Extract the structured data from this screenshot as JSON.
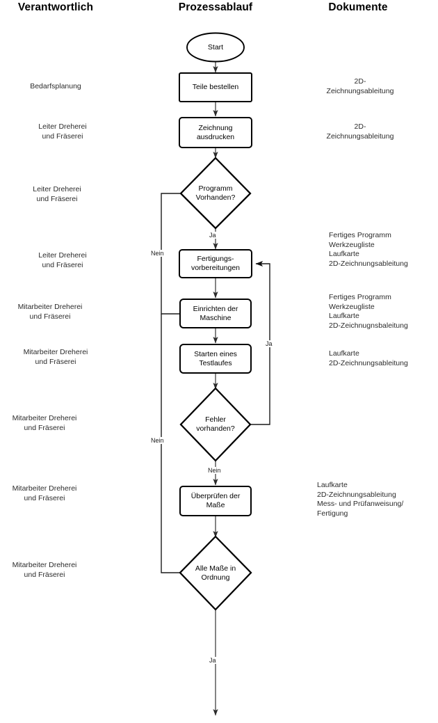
{
  "headers": {
    "left": "Verantwortlich",
    "center": "Prozessablauf",
    "right": "Dokumente"
  },
  "chart_data": {
    "type": "diagram",
    "title": "Prozessablauf",
    "subtype": "swimlane-flowchart",
    "lanes": [
      "Verantwortlich",
      "Prozessablauf",
      "Dokumente"
    ],
    "nodes": [
      {
        "id": "start",
        "shape": "ellipse",
        "label": "Start"
      },
      {
        "id": "teile",
        "shape": "process",
        "label": "Teile bestellen"
      },
      {
        "id": "zeichnung",
        "shape": "process",
        "label": "Zeichnung\nausdrucken"
      },
      {
        "id": "programm",
        "shape": "decision",
        "label": "Programm\nVorhanden?"
      },
      {
        "id": "fertigung",
        "shape": "process",
        "label": "Fertigungs-\nvorbereitungen"
      },
      {
        "id": "einrichten",
        "shape": "process",
        "label": "Einrichten der\nMaschine"
      },
      {
        "id": "testlauf",
        "shape": "process",
        "label": "Starten eines\nTestlaufes"
      },
      {
        "id": "fehler",
        "shape": "decision",
        "label": "Fehler\nvorhanden?"
      },
      {
        "id": "ueberpruef",
        "shape": "process",
        "label": "Überprüfen der\nMaße"
      },
      {
        "id": "allemasse",
        "shape": "decision",
        "label": "Alle Maße in\nOrdnung"
      }
    ],
    "edges": [
      {
        "from": "start",
        "to": "teile",
        "label": ""
      },
      {
        "from": "teile",
        "to": "zeichnung",
        "label": ""
      },
      {
        "from": "zeichnung",
        "to": "programm",
        "label": ""
      },
      {
        "from": "programm",
        "to": "fertigung",
        "label": "Ja"
      },
      {
        "from": "programm",
        "to": "einrichten",
        "label": "Nein"
      },
      {
        "from": "fertigung",
        "to": "einrichten",
        "label": ""
      },
      {
        "from": "einrichten",
        "to": "testlauf",
        "label": ""
      },
      {
        "from": "testlauf",
        "to": "fehler",
        "label": ""
      },
      {
        "from": "fehler",
        "to": "fertigung",
        "label": "Ja"
      },
      {
        "from": "fehler",
        "to": "ueberpruef",
        "label": "Nein"
      },
      {
        "from": "ueberpruef",
        "to": "allemasse",
        "label": ""
      },
      {
        "from": "allemasse",
        "to": "einrichten",
        "label": "Nein"
      },
      {
        "from": "allemasse",
        "to": "end",
        "label": "Ja"
      }
    ]
  },
  "nodes": {
    "start": "Start",
    "teile": "Teile bestellen",
    "zeichnung": "Zeichnung\nausdrucken",
    "programm": "Programm\nVorhanden?",
    "fertigung": "Fertigungs-\nvorbereitungen",
    "einrichten": "Einrichten der\nMaschine",
    "testlauf": "Starten eines\nTestlaufes",
    "fehler": "Fehler\nvorhanden?",
    "ueberpruef": "Überprüfen der\nMaße",
    "allemasse": "Alle Maße in\nOrdnung"
  },
  "edge_labels": {
    "programm_ja": "Ja",
    "programm_nein": "Nein",
    "fehler_ja": "Ja",
    "fehler_nein": "Nein",
    "allemasse_nein": "Nein",
    "allemasse_ja": "Ja"
  },
  "responsible": [
    {
      "id": "r1",
      "text": "Bedarfsplanung"
    },
    {
      "id": "r2",
      "text": "Leiter Dreherei\nund Fräserei"
    },
    {
      "id": "r3",
      "text": "Leiter Dreherei\nund Fräserei"
    },
    {
      "id": "r4",
      "text": "Leiter Dreherei\nund Fräserei"
    },
    {
      "id": "r5",
      "text": "Mitarbeiter Dreherei\nund Fräserei"
    },
    {
      "id": "r6",
      "text": "Mitarbeiter Dreherei\nund Fräserei"
    },
    {
      "id": "r7",
      "text": "Mitarbeiter Dreherei\nund Fräserei"
    },
    {
      "id": "r8",
      "text": "Mitarbeiter Dreherei\nund Fräserei"
    },
    {
      "id": "r9",
      "text": "Mitarbeiter Dreherei\nund Fräserei"
    }
  ],
  "documents": [
    {
      "id": "d1",
      "text": "2D-\nZeichnungsableitung"
    },
    {
      "id": "d2",
      "text": "2D-\nZeichnungsableitung"
    },
    {
      "id": "d3",
      "text": "Fertiges Programm\nWerkzeugliste\nLaufkarte\n2D-Zeichnungsableitung"
    },
    {
      "id": "d4",
      "text": "Fertiges Programm\nWerkzeugliste\nLaufkarte\n2D-Zeichnugnsbaleitung"
    },
    {
      "id": "d5",
      "text": "Laufkarte\n2D-Zeichnungsableitung"
    },
    {
      "id": "d6",
      "text": "Laufkarte\n2D-Zeichnungsableitung\nMess- und Prüfanweisung/\nFertigung"
    }
  ],
  "colors": {
    "stroke": "#000000",
    "connector": "#3a3a3a",
    "text": "#1a1a1a",
    "background": "#ffffff"
  }
}
